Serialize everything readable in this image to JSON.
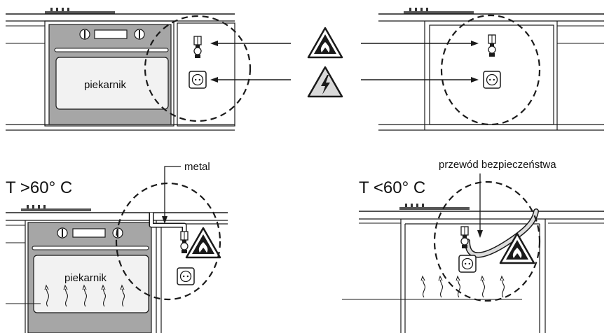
{
  "labels": {
    "oven_top": "piekarnik",
    "oven_bottom": "piekarnik",
    "metal": "metal",
    "safety_hose": "przewód bezpieczeństwa",
    "temp_high": "T >60° C",
    "temp_low": "T <60° C"
  },
  "colors": {
    "line": "#1a1a1a",
    "oven_body": "#a6a6a6",
    "oven_window": "#f2f2f2",
    "hob": "#555555",
    "hose": "#dddddd",
    "warning_bg": "#d9d9d9"
  },
  "icons": [
    "flame-warning-icon",
    "electric-warning-icon",
    "gas-valve-icon",
    "electric-socket-icon"
  ]
}
